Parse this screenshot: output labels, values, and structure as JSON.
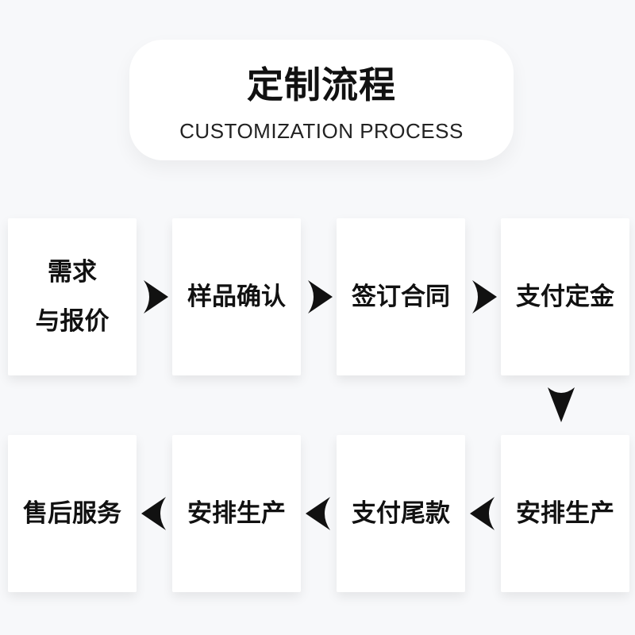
{
  "header": {
    "title": "定制流程",
    "subtitle": "CUSTOMIZATION PROCESS"
  },
  "steps": {
    "top": [
      {
        "line1": "需求",
        "line2": "与报价"
      },
      {
        "line1": "样品确认"
      },
      {
        "line1": "签订合同"
      },
      {
        "line1": "支付定金"
      }
    ],
    "bottom": [
      {
        "line1": "售后服务"
      },
      {
        "line1": "安排生产"
      },
      {
        "line1": "支付尾款"
      },
      {
        "line1": "安排生产"
      }
    ]
  },
  "icons": {
    "right_arrow": "right-arrow-icon",
    "left_arrow": "left-arrow-icon",
    "down_arrow": "down-arrow-icon"
  },
  "colors": {
    "background": "#f7f8fa",
    "card": "#ffffff",
    "text": "#111111",
    "arrow": "#111111"
  }
}
